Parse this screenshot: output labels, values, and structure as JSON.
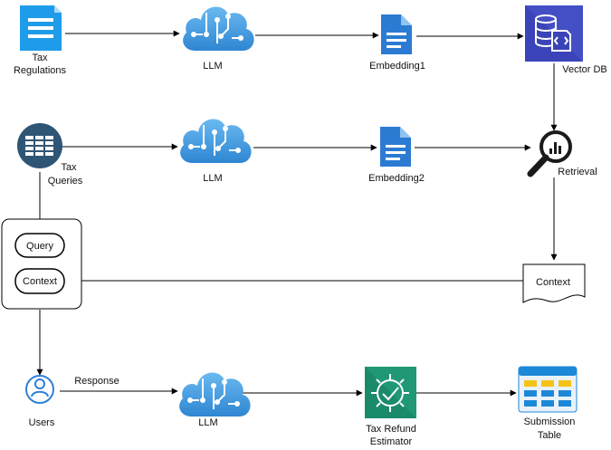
{
  "nodes": {
    "tax_regulations": {
      "label_line1": "Tax",
      "label_line2": "Regulations",
      "icon": "document-icon"
    },
    "llm_top": {
      "label": "LLM",
      "icon": "cloud-circuit-icon"
    },
    "embedding1": {
      "label": "Embedding1",
      "icon": "file-icon"
    },
    "vector_db": {
      "label": "Vector DB",
      "icon": "database-icon"
    },
    "tax_queries": {
      "label_line1": "Tax",
      "label_line2": "Queries",
      "icon": "table-icon"
    },
    "llm_mid": {
      "label": "LLM",
      "icon": "cloud-circuit-icon"
    },
    "embedding2": {
      "label": "Embedding2",
      "icon": "file-icon"
    },
    "retrieval": {
      "label": "Retrieval",
      "icon": "magnifier-chart-icon"
    },
    "query": {
      "label": "Query"
    },
    "context_pill": {
      "label": "Context"
    },
    "context_doc": {
      "label": "Context",
      "icon": "paper-doc-shape"
    },
    "users": {
      "label": "Users",
      "icon": "user-icon"
    },
    "llm_bottom": {
      "label": "LLM",
      "icon": "cloud-circuit-icon"
    },
    "tax_refund_estimator": {
      "label_line1": "Tax Refund",
      "label_line2": "Estimator",
      "icon": "gear-check-icon"
    },
    "submission_table": {
      "label_line1": "Submission",
      "label_line2": "Table",
      "icon": "table-grid-icon"
    }
  },
  "edges": {
    "response_label": "Response"
  },
  "colors": {
    "doc_blue": "#1e9be9",
    "cloud_blue": "#3b8fd8",
    "cloud_light": "#5fb2ee",
    "file_blue": "#2b7bd3",
    "vector_db_bg": "#3a44b8",
    "tax_queries_bg": "#2f5575",
    "estimator_green": "#1a8a6a",
    "table_blue": "#1e88d8",
    "table_yellow": "#f5c318",
    "user_blue": "#2f7fd8",
    "line": "#000000"
  }
}
